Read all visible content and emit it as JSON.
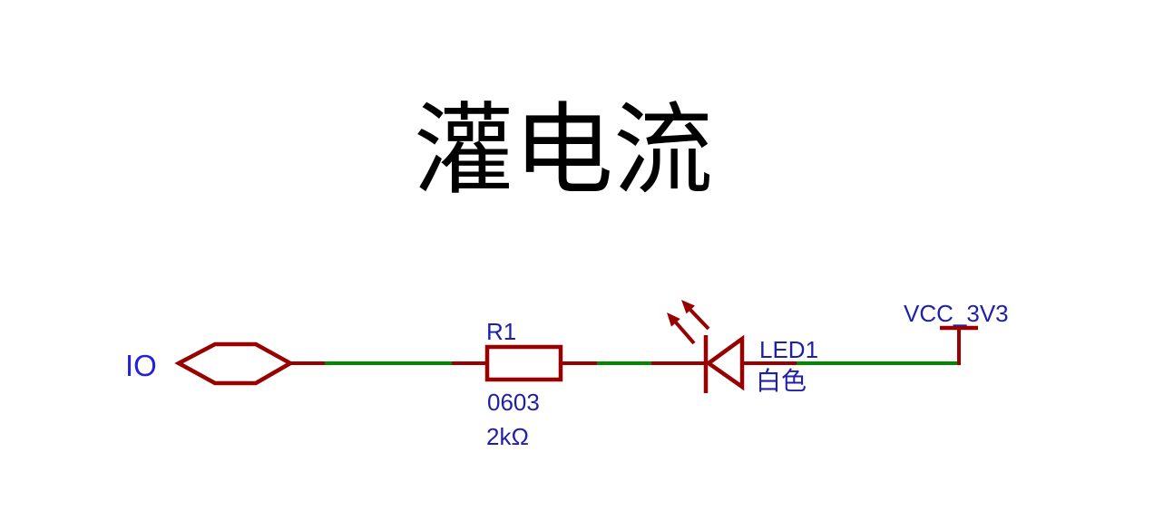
{
  "title": "灌电流",
  "colors": {
    "background": "#ffffff",
    "title_text": "#000000",
    "symbol_red": "#990000",
    "wire_green": "#008800",
    "port_blue": "#2222dd",
    "label_blue": "#1f1faa"
  },
  "schematic": {
    "io_port": {
      "label": "IO"
    },
    "resistor": {
      "reference": "R1",
      "footprint": "0603",
      "value": "2kΩ"
    },
    "led": {
      "reference": "LED1",
      "value": "白色"
    },
    "power_flag": {
      "net": "VCC_3V3"
    }
  }
}
